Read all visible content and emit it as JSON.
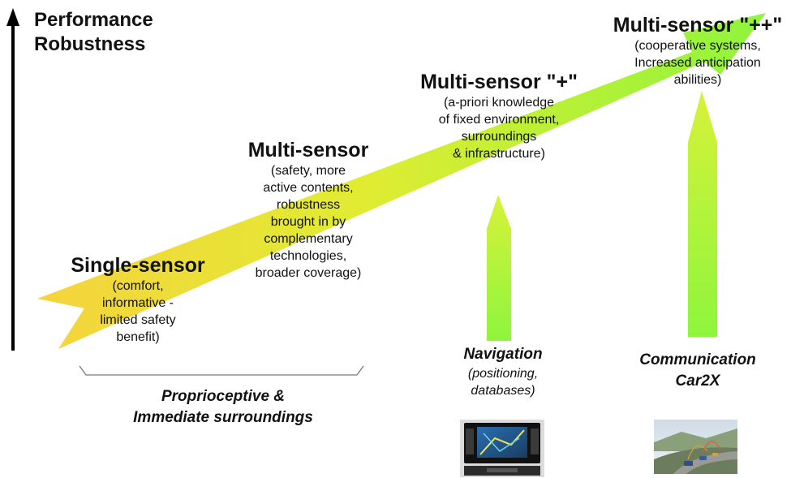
{
  "axis": {
    "label_line1": "Performance",
    "label_line2": "Robustness"
  },
  "stages": [
    {
      "title": "Single-sensor",
      "lines": [
        "(comfort,",
        "informative -",
        "limited safety",
        "benefit)"
      ]
    },
    {
      "title": "Multi-sensor",
      "lines": [
        "(safety, more",
        "active contents,",
        "robustness",
        "brought in by",
        "complementary",
        "technologies,",
        "broader coverage)"
      ]
    },
    {
      "title": "Multi-sensor \"+\"",
      "lines": [
        "(a-priori knowledge",
        "of fixed environment,",
        "surroundings",
        "& infrastructure)"
      ]
    },
    {
      "title": "Multi-sensor \"++\"",
      "lines": [
        "(cooperative systems,",
        "Increased anticipation",
        "abilities)"
      ]
    }
  ],
  "bracket": {
    "line1": "Proprioceptive &",
    "line2": "Immediate surroundings"
  },
  "inputs": [
    {
      "title": "Navigation",
      "lines": [
        "(positioning,",
        "databases)"
      ],
      "image": "gps-navigation-device"
    },
    {
      "title": "Communication",
      "subtitle": "Car2X",
      "image": "car-to-x-road-scene"
    }
  ],
  "colors": {
    "arrow_start": "#f6d33c",
    "arrow_end": "#8ef53c",
    "input_arrow": "#7ef43c",
    "text": "#111111"
  }
}
